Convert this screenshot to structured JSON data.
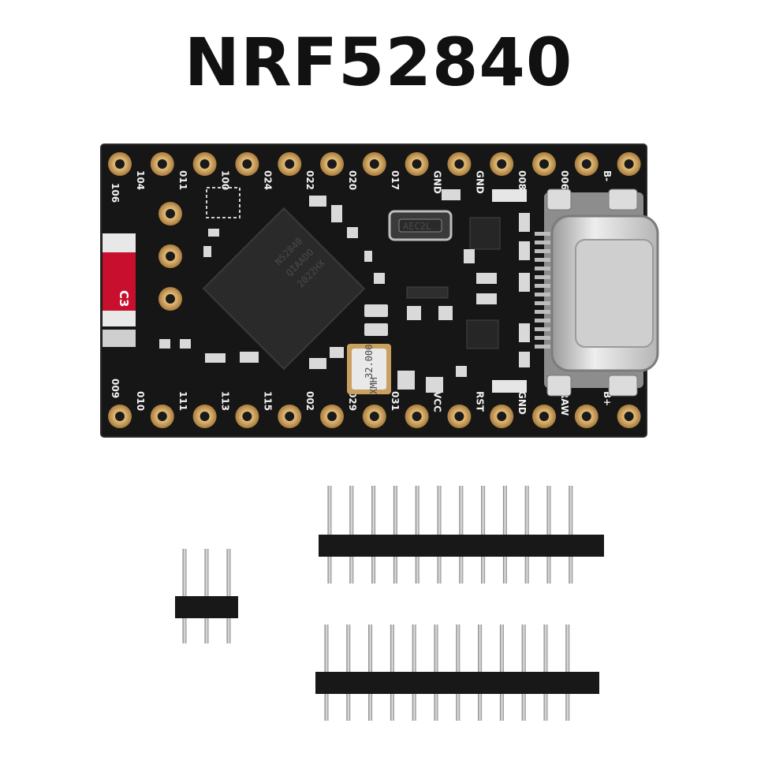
{
  "title": "NRF52840",
  "board": {
    "top_pin_labels": [
      "104",
      "011",
      "100",
      "024",
      "022",
      "020",
      "017",
      "GND",
      "GND",
      "008",
      "006",
      "B-"
    ],
    "bottom_pin_labels": [
      "010",
      "111",
      "113",
      "115",
      "002",
      "029",
      "031",
      "VCC",
      "RST",
      "GND",
      "RAW",
      "B+"
    ],
    "corner_labels": {
      "top_left": "106",
      "bottom_left": "009"
    },
    "mcu_marking": [
      "N52840",
      "QIAADO",
      "2022HX"
    ],
    "crystal_marking": "AEC2L",
    "oscillator_marking": [
      "32.000",
      "XMH"
    ],
    "cap_label": "C3",
    "colors": {
      "pcb": "#161616",
      "pad": "#c9a060",
      "tag": "#c8102e",
      "usb": "#cfcfcf"
    }
  },
  "headers": {
    "short_pins": 3,
    "long_upper_pins": 12,
    "long_lower_pins": 12
  }
}
